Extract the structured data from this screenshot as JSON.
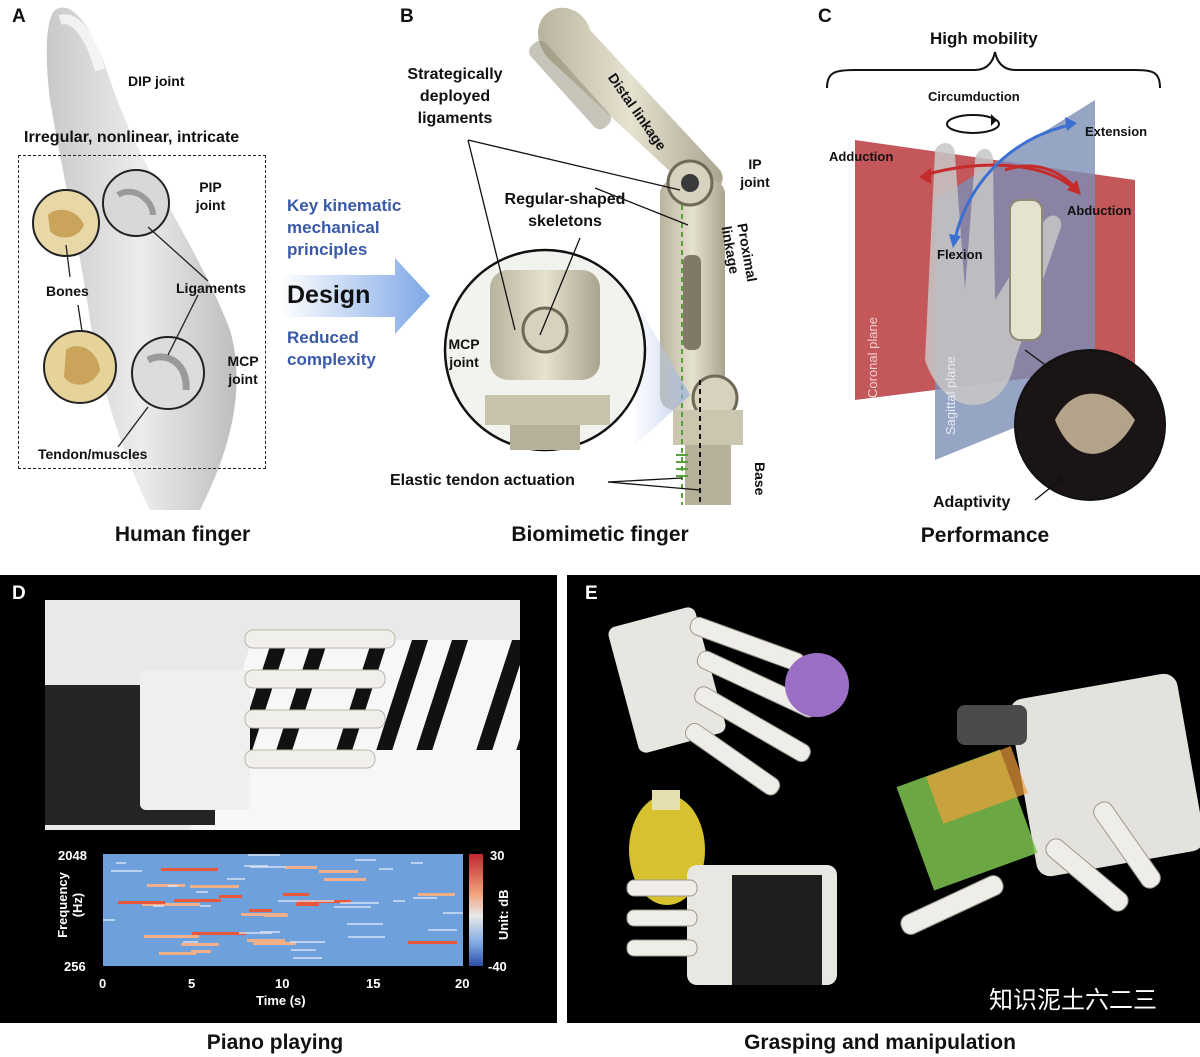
{
  "panel_a": {
    "letter": "A",
    "dip": "DIP joint",
    "heading": "Irregular, nonlinear, intricate",
    "pip": [
      "PIP",
      "joint"
    ],
    "bones": "Bones",
    "ligaments": "Ligaments",
    "mcp": [
      "MCP",
      "joint"
    ],
    "tendon": "Tendon/muscles",
    "caption": "Human finger"
  },
  "design_arrow": {
    "key": [
      "Key kinematic",
      "mechanical",
      "principles"
    ],
    "design": "Design",
    "reduced": [
      "Reduced",
      "complexity"
    ]
  },
  "panel_b": {
    "letter": "B",
    "strategic": [
      "Strategically",
      "deployed",
      "ligaments"
    ],
    "distal": "Distal linkage",
    "ip": [
      "IP",
      "joint"
    ],
    "regular": [
      "Regular-shaped",
      "skeletons"
    ],
    "proximal": "Proximal linkage",
    "mcp": [
      "MCP",
      "joint"
    ],
    "elastic": "Elastic tendon actuation",
    "base": "Base",
    "caption": "Biomimetic finger"
  },
  "panel_c": {
    "letter": "C",
    "high": "High mobility",
    "circum": "Circumduction",
    "extension": "Extension",
    "adduction": "Adduction",
    "abduction": "Abduction",
    "flexion": "Flexion",
    "coronal": "Coronal plane",
    "sagittal": "Sagittal plane",
    "adaptivity": "Adaptivity",
    "caption": "Performance"
  },
  "panel_d": {
    "letter": "D",
    "caption": "Piano playing",
    "spectrogram": {
      "ylabel": [
        "Frequency",
        "(Hz)"
      ],
      "xlabel": "Time (s)",
      "y_top": "2048",
      "y_bottom": "256",
      "x_ticks": [
        "0",
        "5",
        "10",
        "15",
        "20"
      ],
      "cbar_top": "30",
      "cbar_bottom": "-40",
      "cbar_label": "Unit: dB"
    }
  },
  "panel_e": {
    "letter": "E",
    "caption": "Grasping and manipulation"
  },
  "watermark": "知识泥土六二三",
  "colors": {
    "blue_text": "#3a5aa8",
    "coronal_plane": "#b8393d",
    "sagittal_plane": "#7d8fb5",
    "adduction_arrow": "#c62b2b",
    "flexion_arrow": "#3b6fd1"
  }
}
